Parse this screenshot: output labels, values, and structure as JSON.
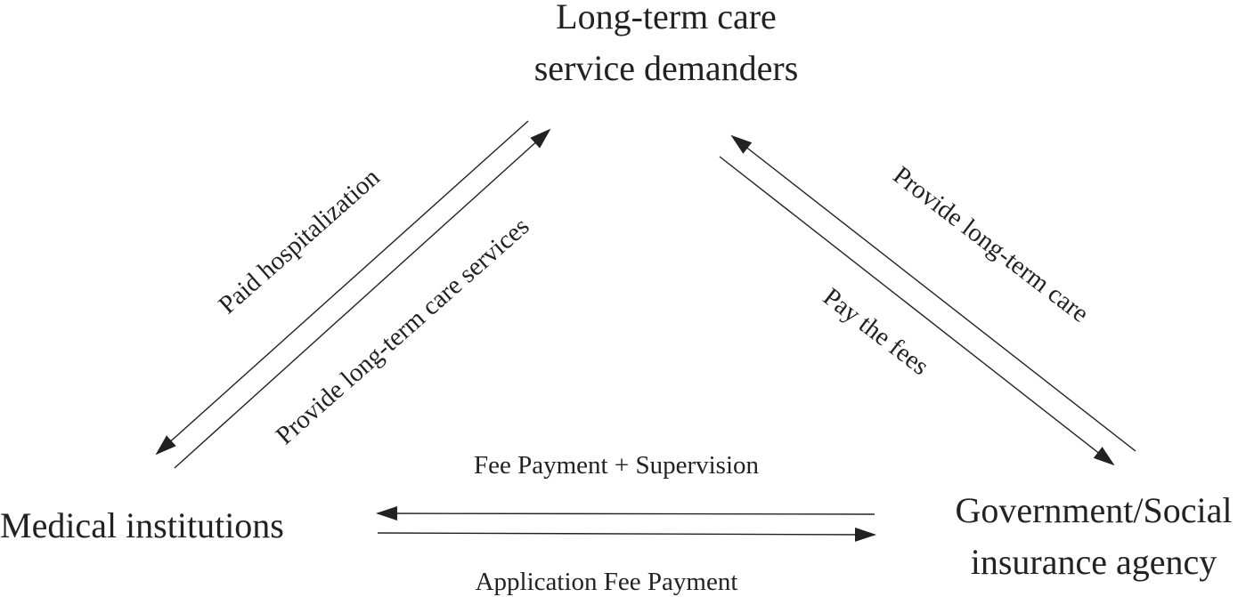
{
  "nodes": {
    "demanders": {
      "line1": "Long-term care",
      "line2": "service demanders"
    },
    "medical": {
      "label": "Medical institutions"
    },
    "government": {
      "line1": "Government/Social",
      "line2": "insurance agency"
    }
  },
  "edges": {
    "paid_hospitalization": "Paid hospitalization",
    "provide_ltc_services": "Provide long-term care services",
    "provide_ltc": "Provide long-term care",
    "pay_the_fees": "Pay the fees",
    "fee_payment_supervision": "Fee Payment + Supervision",
    "application_fee_payment": "Application Fee Payment"
  }
}
